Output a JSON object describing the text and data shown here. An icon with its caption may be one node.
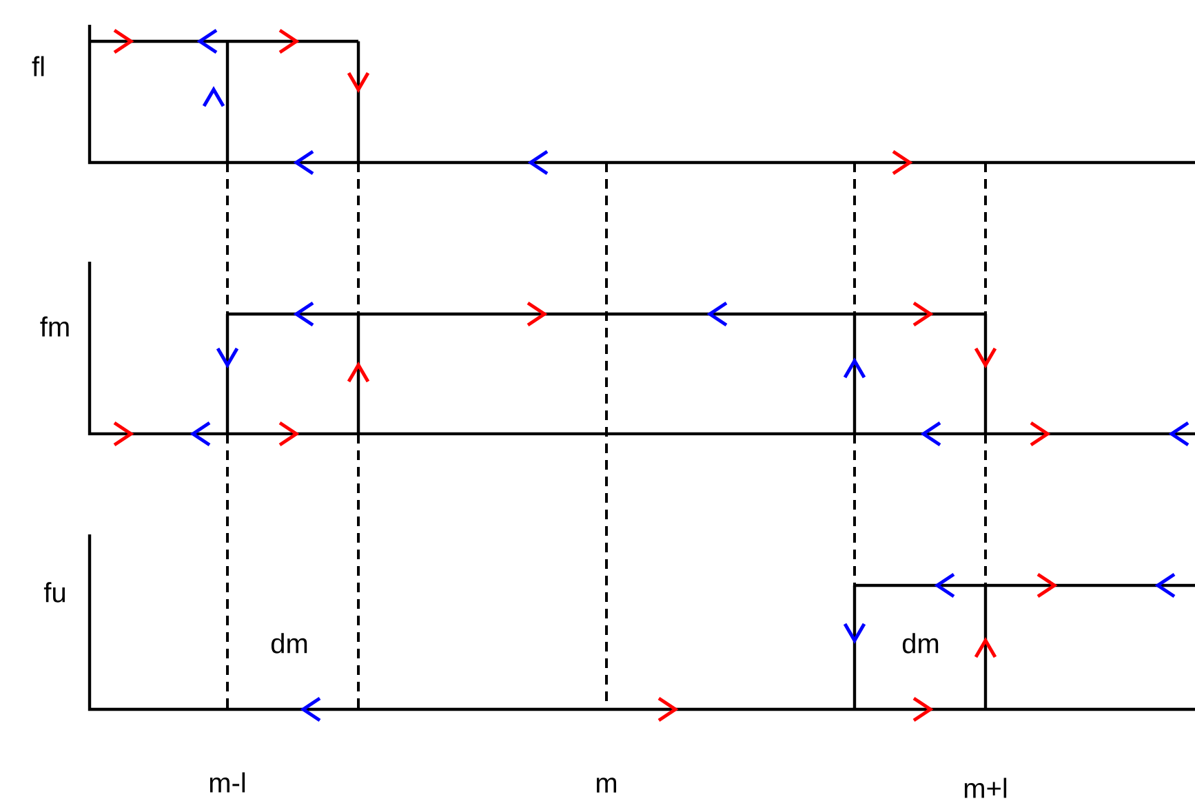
{
  "diagram": {
    "labels": [
      "fl",
      "fm",
      "fu",
      "dm",
      "dm",
      "m-l",
      "m",
      "m+l"
    ]
  }
}
